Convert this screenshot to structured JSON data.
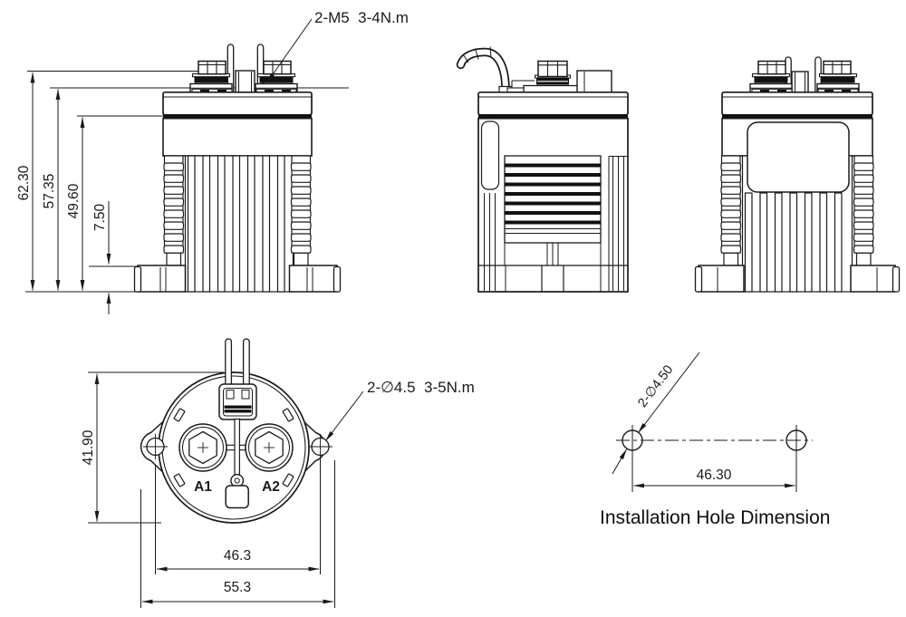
{
  "labels": {
    "terminal_note": "2-M5  3-4N.m",
    "mounting_note": "2-∅4.5  3-5N.m",
    "install_hole_note": "2-∅4.50",
    "install_caption": "Installation Hole Dimension",
    "coil_terminal_1": "A1",
    "coil_terminal_2": "A2"
  },
  "dimensions": {
    "front_view": {
      "total_height": "62.30",
      "terminal_height": "57.35",
      "cover_height": "49.60",
      "flange_height": "7.50"
    },
    "top_view": {
      "body_depth": "41.90",
      "hole_spacing": "46.3",
      "flange_width": "55.3"
    },
    "installation": {
      "hole_spacing": "46.30"
    }
  },
  "colors": {
    "line": "#1a1a1a",
    "dark_fill": "#111111",
    "background": "#ffffff"
  }
}
